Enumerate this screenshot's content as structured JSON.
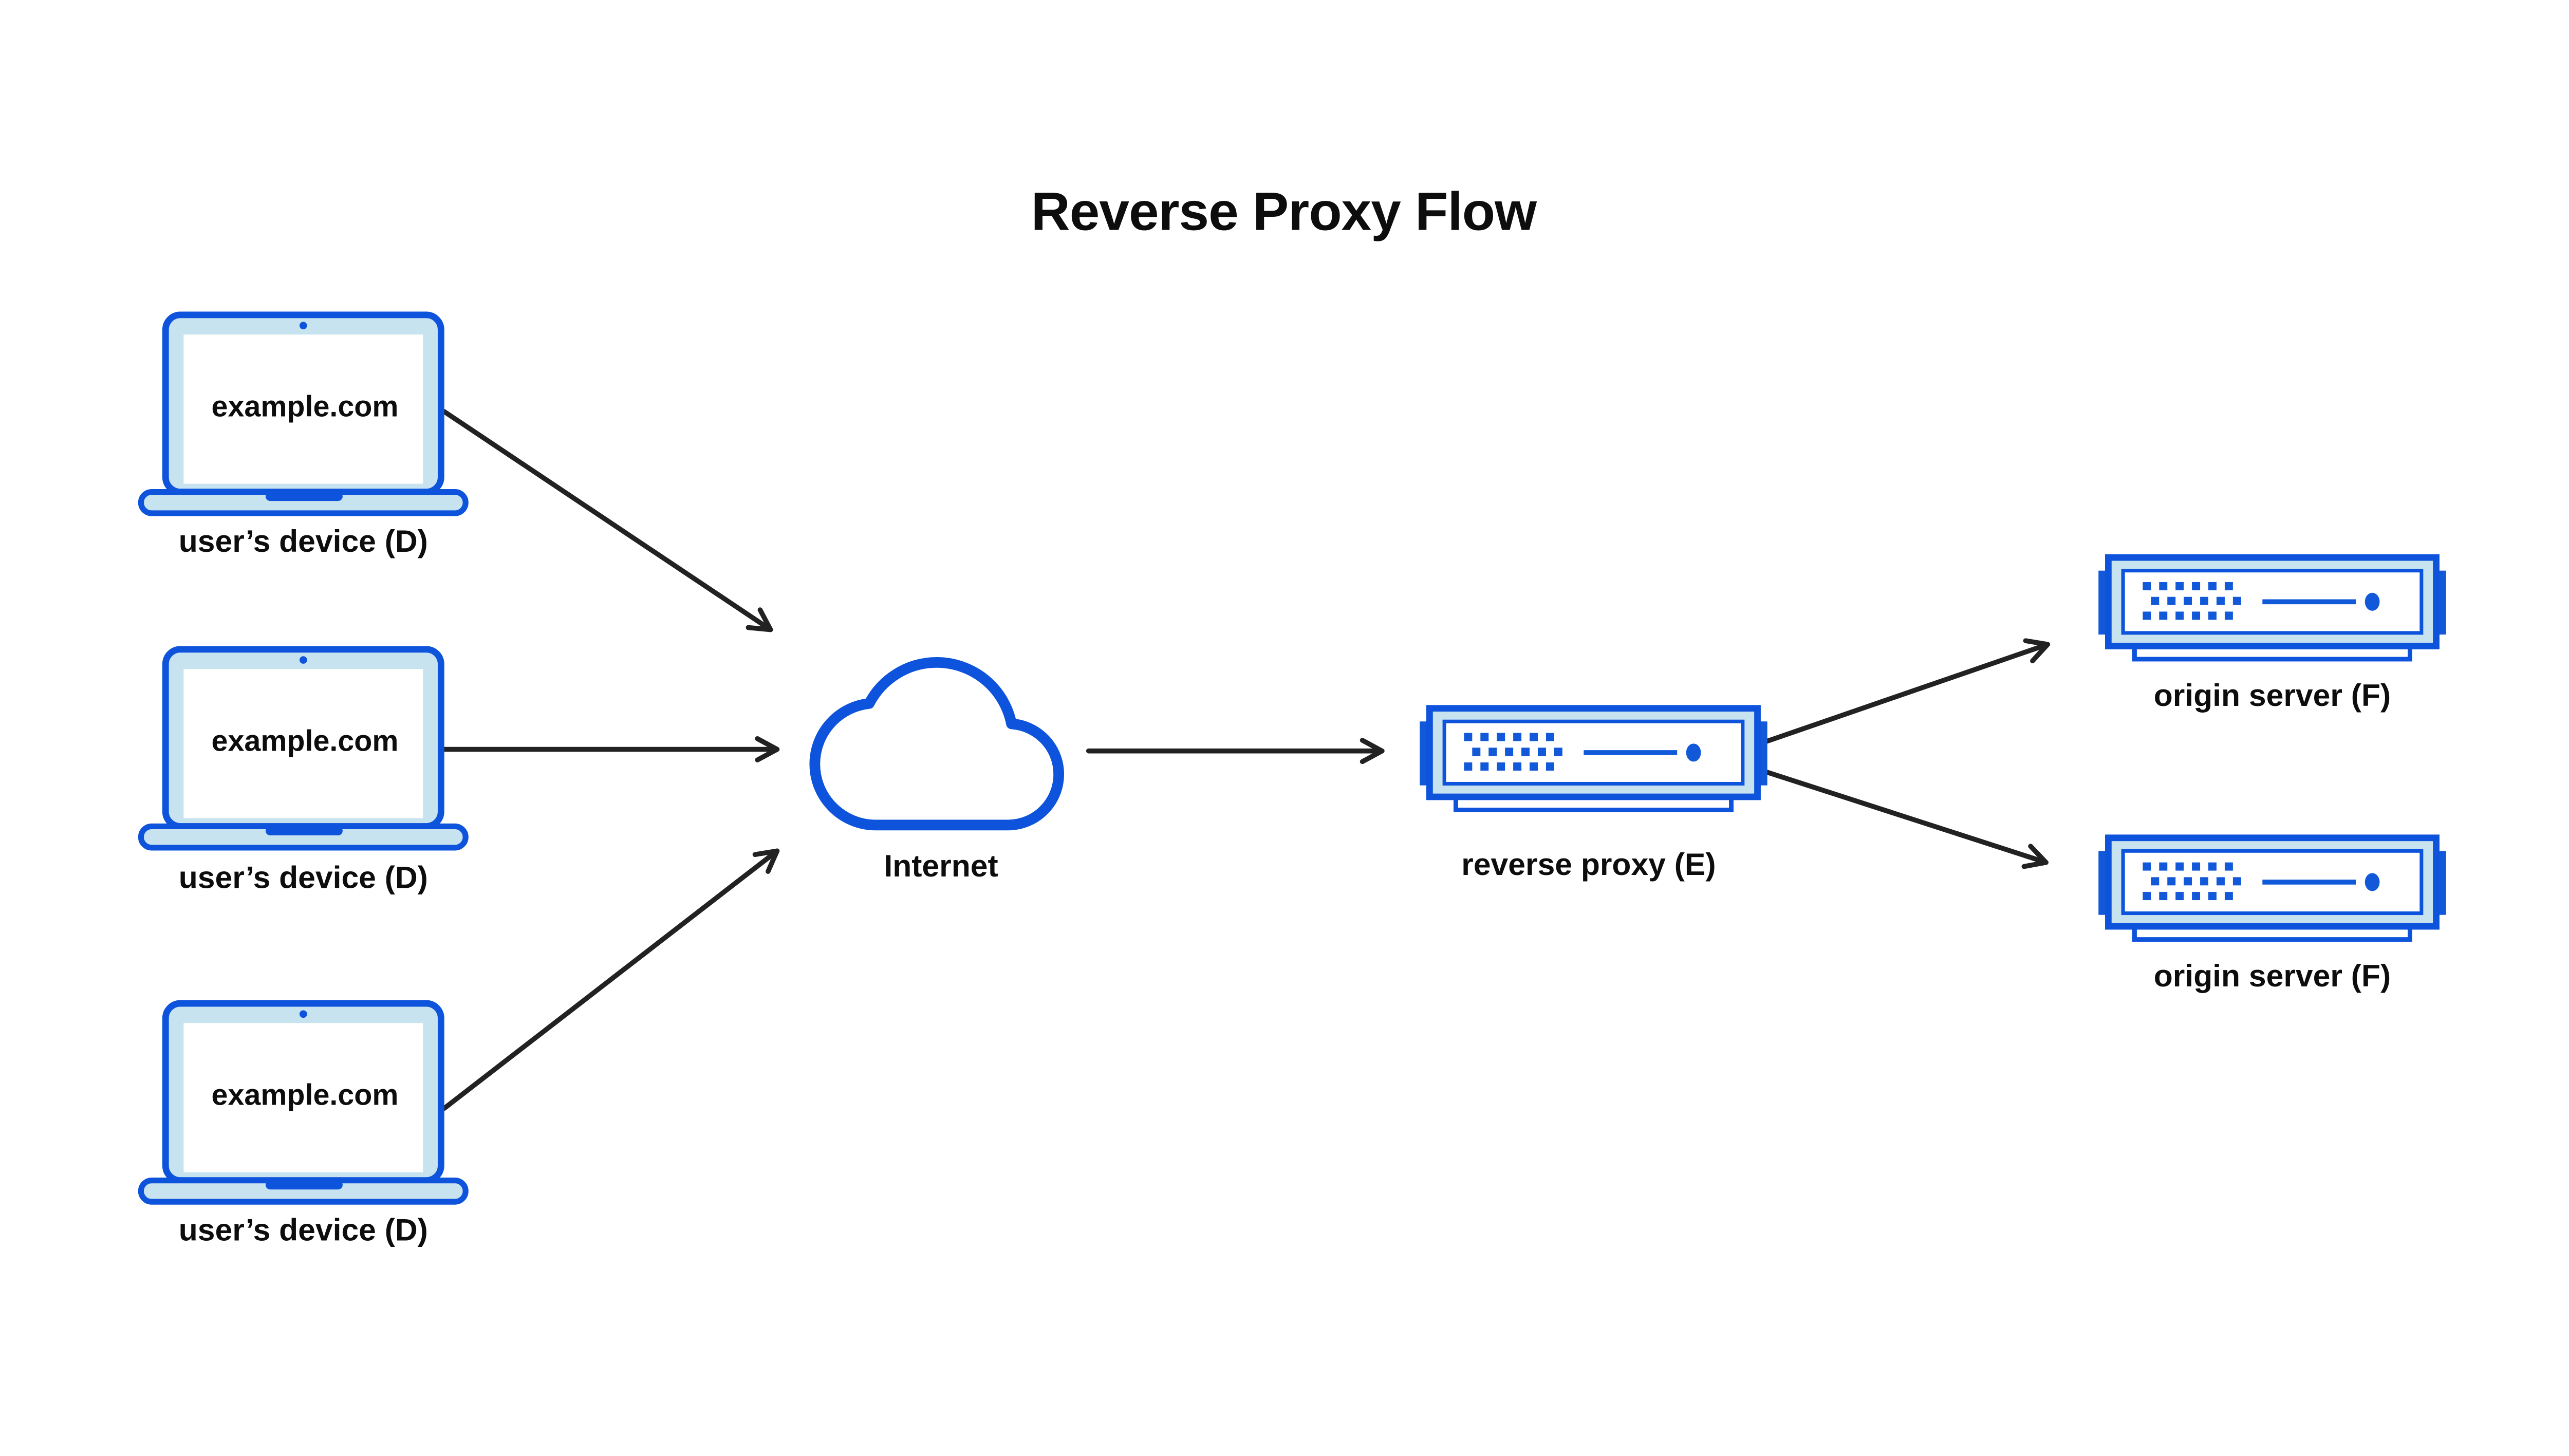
{
  "title": "Reverse Proxy Flow",
  "diagram": {
    "devices": [
      {
        "icon": "laptop-icon",
        "screen_text": "example.com",
        "label": "user’s device (D)"
      },
      {
        "icon": "laptop-icon",
        "screen_text": "example.com",
        "label": "user’s device (D)"
      },
      {
        "icon": "laptop-icon",
        "screen_text": "example.com",
        "label": "user’s device (D)"
      }
    ],
    "internet": {
      "icon": "cloud-icon",
      "label": "Internet"
    },
    "reverse_proxy": {
      "icon": "server-icon",
      "label": "reverse proxy (E)"
    },
    "origin_servers": [
      {
        "icon": "server-icon",
        "label": "origin server (F)"
      },
      {
        "icon": "server-icon",
        "label": "origin server (F)"
      }
    ],
    "flows": [
      "device-1 → internet",
      "device-2 → internet",
      "device-3 → internet",
      "internet → reverse-proxy",
      "reverse-proxy → origin-server-1",
      "reverse-proxy → origin-server-2"
    ]
  },
  "colors": {
    "primary_blue": "#0d53dc",
    "icon_blue": "#1159d9",
    "light_blue": "#c7e3f0",
    "label_color": "#0d0d0d",
    "arrow_color": "#222222",
    "background": "#ffffff"
  }
}
